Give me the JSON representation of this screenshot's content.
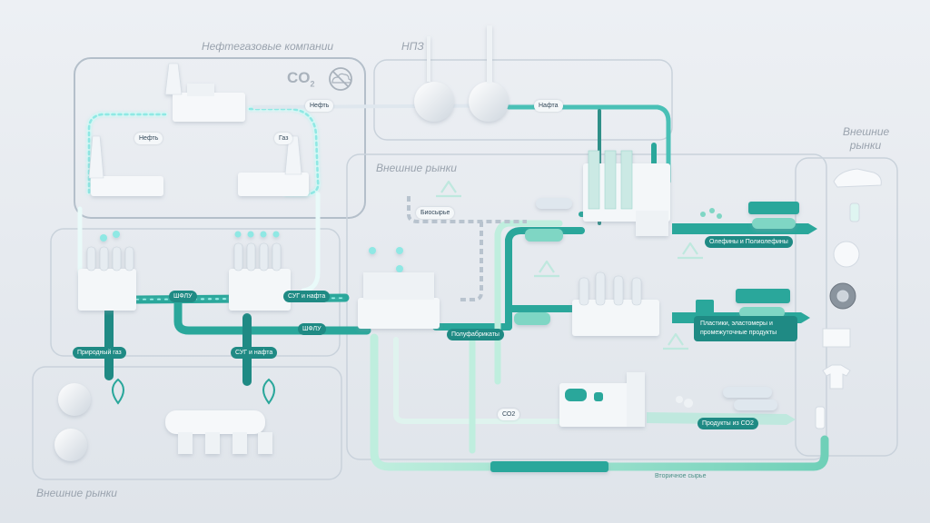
{
  "zones": {
    "oil_gas": "Нефтегазовые компании",
    "refinery": "НПЗ",
    "markets_center": "Внешние рынки",
    "markets_right": "Внешние рынки",
    "markets_bottom": "Внешние рынки"
  },
  "co2_badge": {
    "main": "CO",
    "sub": "2"
  },
  "labels": {
    "oil_left": "Нефть",
    "gas": "Газ",
    "oil_top": "Нефть",
    "naphtha": "Нафта",
    "bio": "Биосырье",
    "shflu_1": "ШФЛУ",
    "sug_naphtha_1": "СУГ и нафта",
    "shflu_2": "ШФЛУ",
    "natural_gas": "Природный газ",
    "sug_naphtha_2": "СУГ и нафта",
    "semi": "Полуфабрикаты",
    "olefins": "Олефины и Полиолефины",
    "plastics": "Пластики, эластомеры и промежуточные продукты",
    "co2_flow": "СО2",
    "co2_products": "Продукты из СО2",
    "secondary": "Вторичное сырье"
  },
  "colors": {
    "teal": "#2aa79b",
    "teal_light": "#7fd6c4",
    "teal_dark": "#1f8a84",
    "glow": "#8fe8e4",
    "background": "#e4e8ee",
    "zone_border": "#c9d2db"
  },
  "icons": {
    "no_emission": "cloud-crossed-icon",
    "recycle": "recycle-icon",
    "energy": "leaf-plug-icon",
    "car": "car-icon",
    "bottle": "bottle-icon",
    "ball": "ball-icon",
    "tire": "tire-icon",
    "window": "window-icon",
    "shirt": "shirt-icon",
    "can": "spray-can-icon"
  }
}
